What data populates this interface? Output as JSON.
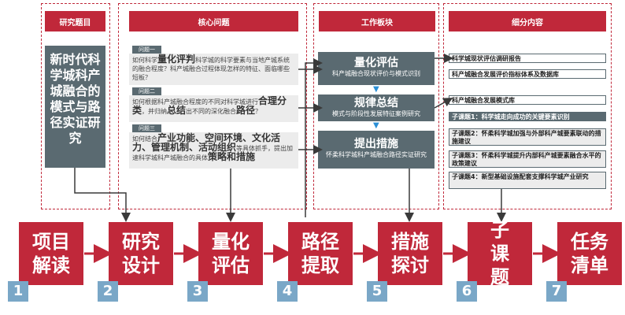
{
  "headers": {
    "topic": "研究题目",
    "core": "核心问题",
    "work": "工作板块",
    "detail": "细分内容"
  },
  "topic": "新时代科学城科产城融合的模式与路径实证研究",
  "questions": [
    {
      "tag": "问题一",
      "pre": "如何科学",
      "big": "量化评判",
      "post": "科学城的科学要素与当地产城系统的融合程度？科产城融合过程体现怎样的特征、面临哪些短板？"
    },
    {
      "tag": "问题二",
      "pre": "如何根据科产城融合程度的不同对科学城进行",
      "big": "合理分类",
      "mid": "，并归纳",
      "big2": "总结",
      "mid2": "出不同的深化融合",
      "big3": "路径",
      "post": "？"
    },
    {
      "tag": "问题三",
      "pre": "如何结合",
      "big": "产业功能、空间环境、文化活力、管理机制、活动组织",
      "post": "等具体抓手，提出加速科学城科产城融合的具体",
      "big2": "策略和措施"
    }
  ],
  "work": [
    {
      "title": "量化评估",
      "sub": "科产城融合现状评价与模式识别"
    },
    {
      "title": "规律总结",
      "sub": "模式与阶段性发展特征案例研究"
    },
    {
      "title": "提出措施",
      "sub": "怀柔科学城科产城融合路径实证研究"
    }
  ],
  "details": [
    "科学城现状评估调研报告",
    "科产城融合发展评价指标体系及数据库",
    "科产城融合发展模式库",
    "子课题1：科学城走向成功的关键要素识别",
    "子课题2：怀柔科学城加强与外部科产城要素联动的措施建议",
    "子课题3：怀柔科学城提升内部科产城要素融合水平的政策建议",
    "子课题4：新型基础设施配套支撑科学城产业研究"
  ],
  "steps": [
    {
      "label": "项目解读",
      "num": "1"
    },
    {
      "label": "研究设计",
      "num": "2"
    },
    {
      "label": "量化评估",
      "num": "3"
    },
    {
      "label": "路径提取",
      "num": "4"
    },
    {
      "label": "措施探讨",
      "num": "5"
    },
    {
      "label": "子课题",
      "num": "6"
    },
    {
      "label": "任务清单",
      "num": "7"
    }
  ]
}
